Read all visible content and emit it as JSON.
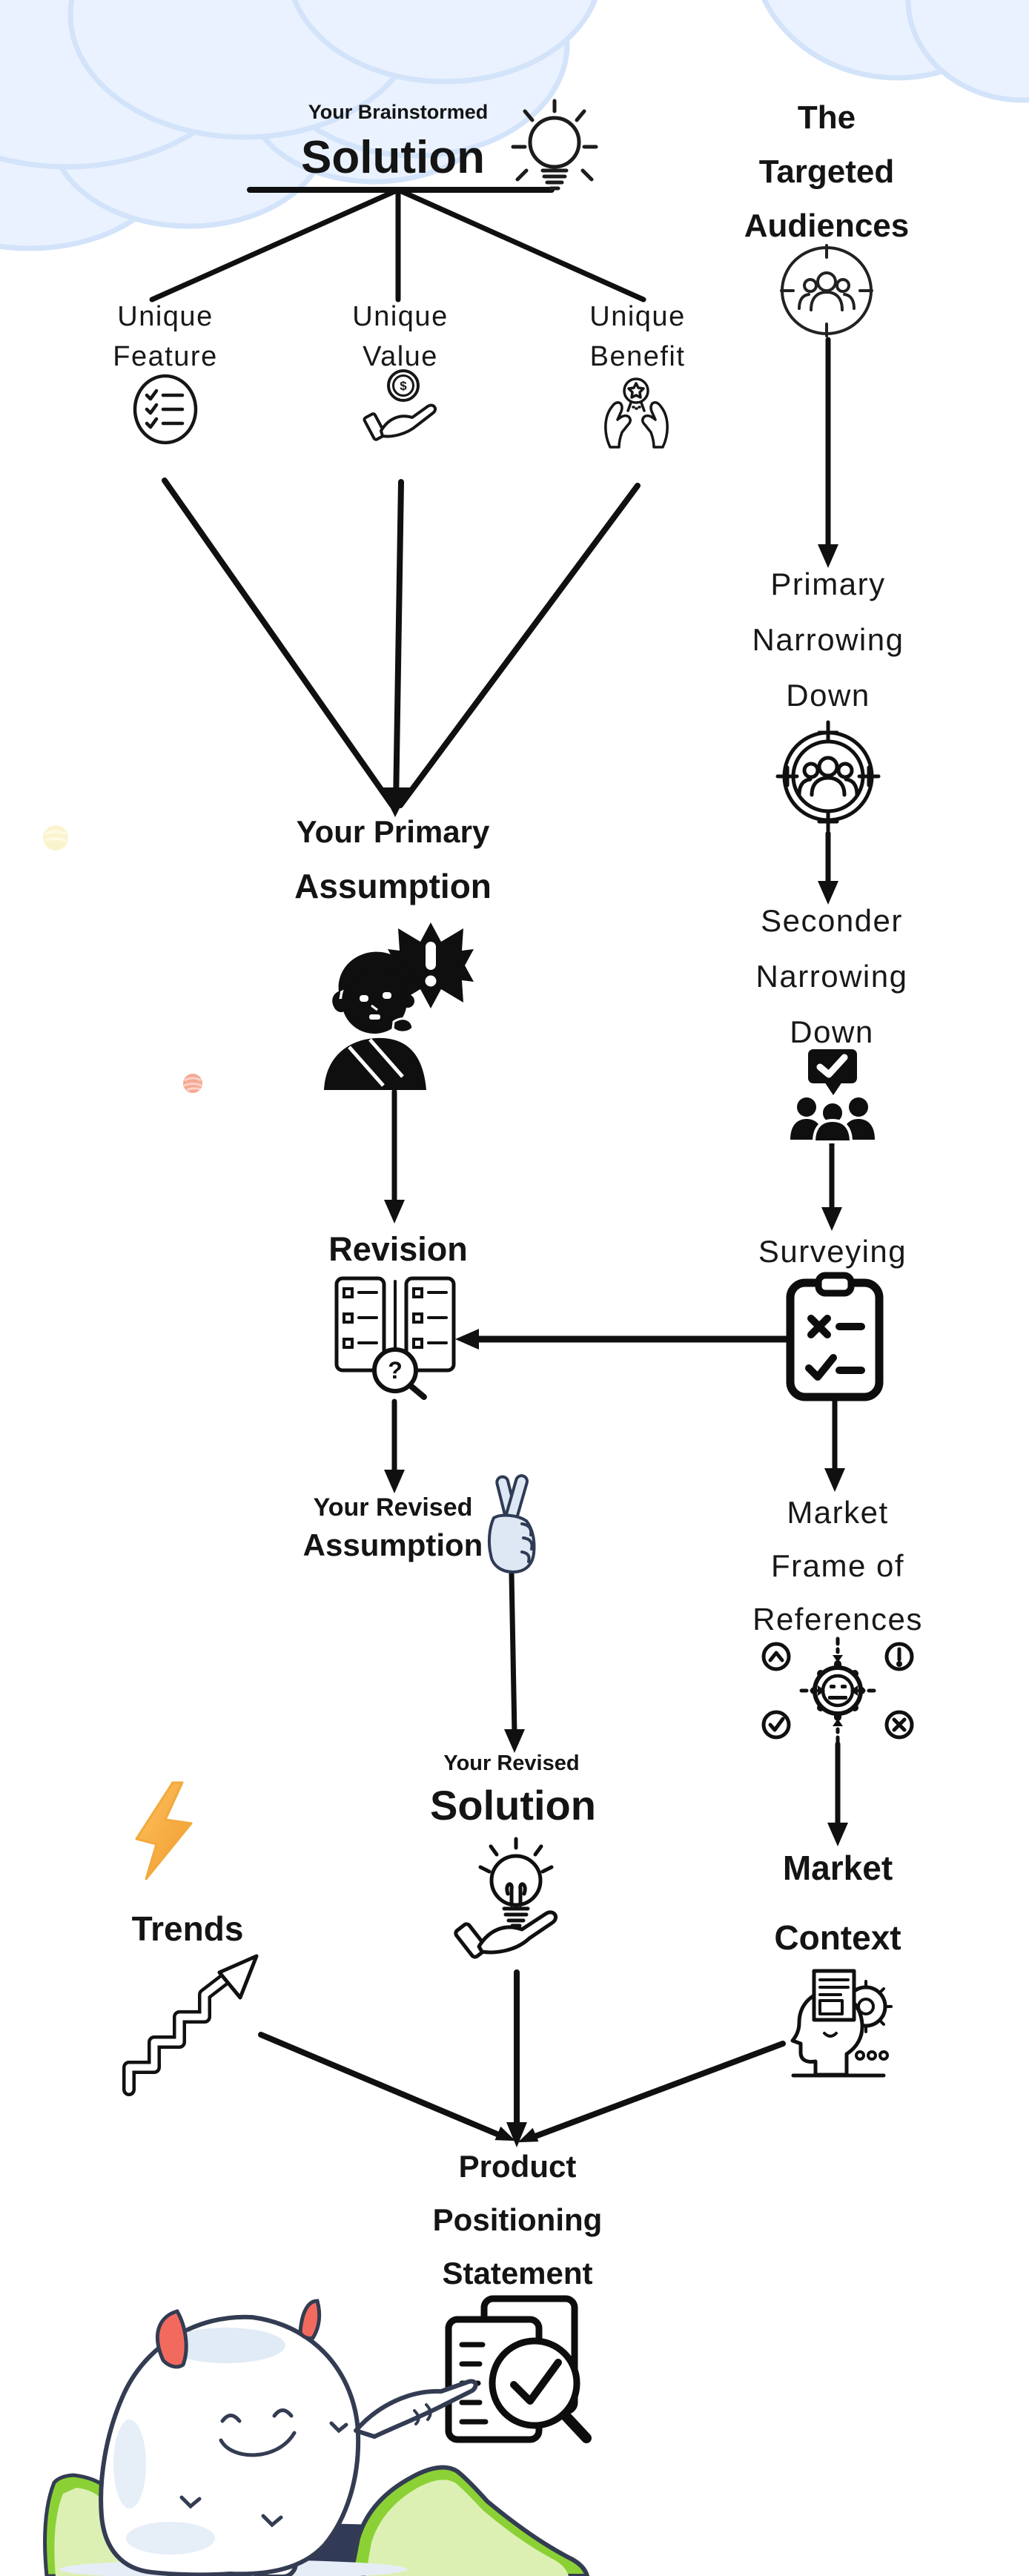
{
  "title": "Product Positioning Flow Infographic",
  "colors": {
    "ink": "#101010",
    "cloud_fill": "#e9f2fe",
    "cloud_rim": "#d2e3fa",
    "bolt_dark": "#f2992e",
    "bolt_light": "#fdc35f",
    "fingers_fill": "#dee7f4",
    "fingers_ink": "#2f3b55",
    "yeti_ink": "#333c52",
    "yeti_shade": "#dce7f5",
    "horn_red": "#f26a5e",
    "grass_green": "#8bd136",
    "grass_light": "#ddf0b4",
    "cave_navy": "#313a56",
    "ball_pink": "#f6a994",
    "ball_yellow": "#fbf3cd"
  },
  "nodes": {
    "brainstormed": {
      "label": "Your Brainstormed",
      "title": "Solution"
    },
    "audiences": {
      "lines": [
        "The",
        "Targeted",
        "Audiences"
      ]
    },
    "branches": [
      {
        "lines": [
          "Unique",
          "Feature"
        ],
        "icon": "checklist-icon"
      },
      {
        "lines": [
          "Unique",
          "Value"
        ],
        "icon": "hand-coin-icon"
      },
      {
        "lines": [
          "Unique",
          "Benefit"
        ],
        "icon": "reward-hands-icon"
      }
    ],
    "primary_assumption": {
      "lines": [
        "Your Primary",
        "Assumption"
      ],
      "icon": "person-alert-icon"
    },
    "primary_narrowing": {
      "lines": [
        "Primary",
        "Narrowing",
        "Down"
      ],
      "icon": "target-people-icon"
    },
    "seconder_narrowing": {
      "lines": [
        "Seconder",
        "Narrowing",
        "Down"
      ],
      "icon": "group-check-icon"
    },
    "revision": {
      "label": "Revision",
      "icon": "documents-magnifier-icon"
    },
    "surveying": {
      "label": "Surveying",
      "icon": "survey-clipboard-icon"
    },
    "revised_assumption": {
      "lines": [
        "Your Revised",
        "Assumption"
      ],
      "icon": "crossed-fingers-icon"
    },
    "market_frame": {
      "lines": [
        "Market",
        "Frame of",
        "References"
      ],
      "icon": "frame-of-reference-icon"
    },
    "revised_solution": {
      "pre": "Your Revised",
      "title": "Solution",
      "icon": "idea-hand-icon"
    },
    "trends": {
      "label": "Trends",
      "icon": "growth-arrow-icon",
      "emoji": "lightning-bolt"
    },
    "market_context": {
      "lines": [
        "Market",
        "Context"
      ],
      "icon": "thinking-head-icon"
    },
    "statement": {
      "lines": [
        "Product",
        "Positioning",
        "Statement"
      ],
      "icon": "statement-checklist-icon"
    }
  },
  "icon_glyphs": {
    "magnifier_question": "?",
    "coin_dollar": "$"
  },
  "decor": [
    "clouds",
    "yeti-mascot",
    "pink-ball",
    "yellow-ball"
  ]
}
